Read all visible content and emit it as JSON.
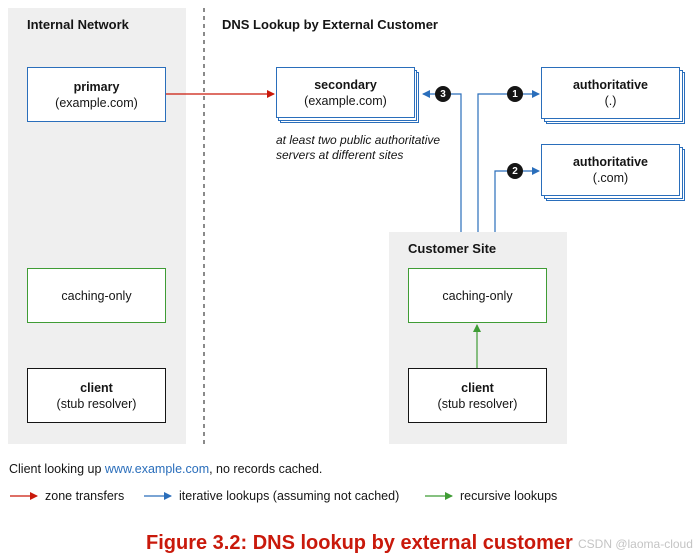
{
  "internal_network": {
    "title": "Internal Network",
    "primary": {
      "name": "primary",
      "sub": "(example.com)"
    },
    "caching": {
      "name": "caching-only"
    },
    "client": {
      "name": "client",
      "sub": "(stub resolver)"
    }
  },
  "external": {
    "title": "DNS Lookup by External Customer",
    "secondary": {
      "name": "secondary",
      "sub": "(example.com)"
    },
    "note": [
      "at least two public authoritative",
      "servers at different sites"
    ],
    "auth_root": {
      "name": "authoritative",
      "sub": "(.)"
    },
    "auth_com": {
      "name": "authoritative",
      "sub": "(.com)"
    },
    "steps": [
      "1",
      "2",
      "3"
    ]
  },
  "customer_site": {
    "title": "Customer Site",
    "caching": {
      "name": "caching-only"
    },
    "client": {
      "name": "client",
      "sub": "(stub resolver)"
    }
  },
  "caption": {
    "prefix": "Client looking up ",
    "link": "www.example.com",
    "suffix": ", no records cached."
  },
  "legend": [
    {
      "label": "zone transfers",
      "color": "#c9190b"
    },
    {
      "label": "iterative lookups (assuming not cached)",
      "color": "#2a6ebb"
    },
    {
      "label": "recursive lookups",
      "color": "#3f9c35"
    }
  ],
  "figure_title": "Figure 3.2: DNS lookup by external customer",
  "watermark": "CSDN @laoma-cloud"
}
